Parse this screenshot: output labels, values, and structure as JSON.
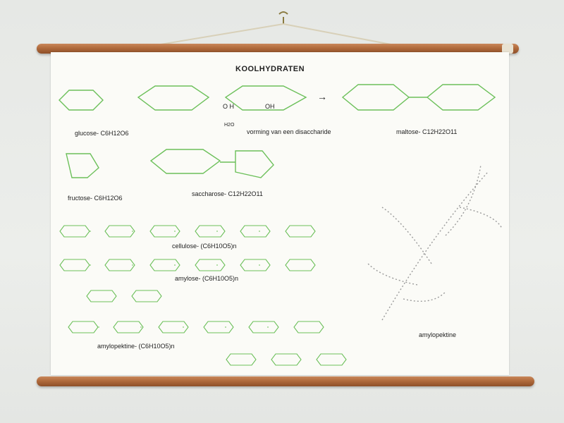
{
  "poster": {
    "title": "KOOLHYDRATEN",
    "labels": {
      "glucose": "glucose- C6H12O6",
      "fructose": "fructose- C6H12O6",
      "disaccharide": "vorming van een disaccharide",
      "maltose": "maltose- C12H22O11",
      "saccharose": "saccharose- C12H22O11",
      "cellulose": "cellulose- (C6H10O5)n",
      "amylose": "amylose- (C6H10O5)n",
      "amylopektine": "amylopektine- (C6H10O5)n",
      "amylopektine_tree": "amylopektine",
      "water": "H2O"
    }
  },
  "colors": {
    "structure": "#6cc05a",
    "rod": "#b06a3c",
    "paper": "#fbfbf7",
    "wall": "#e9ebe8"
  }
}
